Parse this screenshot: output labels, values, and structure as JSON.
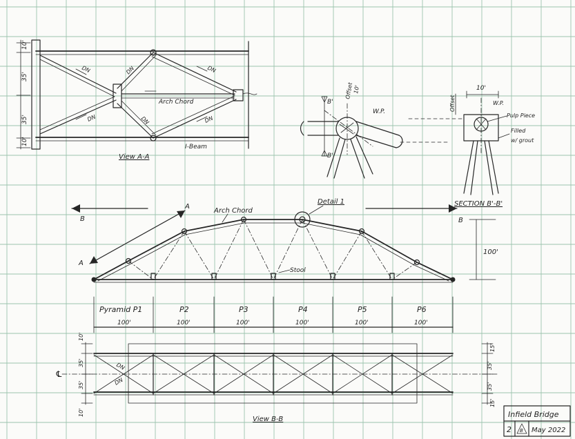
{
  "view_aa": {
    "title": "View A-A",
    "dims_left": [
      "10'",
      "35'",
      "35'",
      "10'"
    ],
    "labels": {
      "dn1": "DN",
      "dn2": "DN",
      "dn3": "DN",
      "dn4": "DN",
      "dn5": "DN",
      "dn6": "DN",
      "arch_chord": "Arch Chord",
      "i_beam": "I-Beam"
    }
  },
  "detail1": {
    "title": "Detail 1",
    "labels": {
      "offset": "Offset",
      "ten": "10'",
      "wp": "W.P.",
      "b_top": "B'",
      "b_bot": "B'"
    }
  },
  "section_bb": {
    "title": "SECTION B'-B'",
    "labels": {
      "ten": "10'",
      "offset": "Offset",
      "wp": "W.P.",
      "pulp": "Pulp Piece",
      "filled1": "Filled",
      "filled2": "w/ grout"
    }
  },
  "elevation": {
    "arch_chord": "Arch Chord",
    "stool": "Stool",
    "detail_ref": "Detail 1",
    "sec_a_top": "A",
    "sec_a_bottom": "A",
    "sec_b_left": "B",
    "sec_b_right": "B",
    "height_dim": "100'",
    "spans": [
      {
        "name": "Pyramid P1",
        "dim": "100'"
      },
      {
        "name": "P2",
        "dim": "100'"
      },
      {
        "name": "P3",
        "dim": "100'"
      },
      {
        "name": "P4",
        "dim": "100'"
      },
      {
        "name": "P5",
        "dim": "100'"
      },
      {
        "name": "P6",
        "dim": "100'"
      }
    ]
  },
  "view_bb": {
    "title": "View B-B",
    "centerline": "℄",
    "dims_left": [
      "10'",
      "35'",
      "35'",
      "10'"
    ],
    "dims_right": [
      "15'",
      "35'",
      "35'",
      "15'"
    ],
    "labels": {
      "dn1": "DN",
      "dn2": "DN"
    }
  },
  "title_block": {
    "title": "Infield Bridge",
    "sheet": "2",
    "rev": "B",
    "date": "May 2022"
  }
}
